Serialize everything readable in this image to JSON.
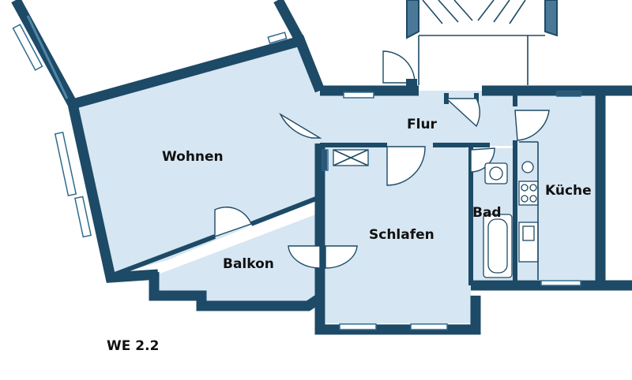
{
  "plan": {
    "unit_label": "WE 2.2",
    "rooms": {
      "wohnen": "Wohnen",
      "flur": "Flur",
      "kueche": "Küche",
      "bad": "Bad",
      "schlafen": "Schlafen",
      "balkon": "Balkon"
    }
  },
  "colors": {
    "wall": "#1d4a66",
    "floor": "#d6e6f2"
  }
}
